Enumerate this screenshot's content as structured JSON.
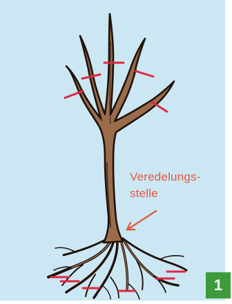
{
  "figure": {
    "callout_line1": "Veredelungs-",
    "callout_line2": "stelle",
    "figure_number": "1"
  },
  "colors": {
    "background": "#cbe7f3",
    "trunk_fill": "#9a6c4b",
    "outline": "#1f120c",
    "cut_marks": "#e0263e",
    "callout_text": "#e15a3f",
    "badge": "#3f9a3c"
  }
}
